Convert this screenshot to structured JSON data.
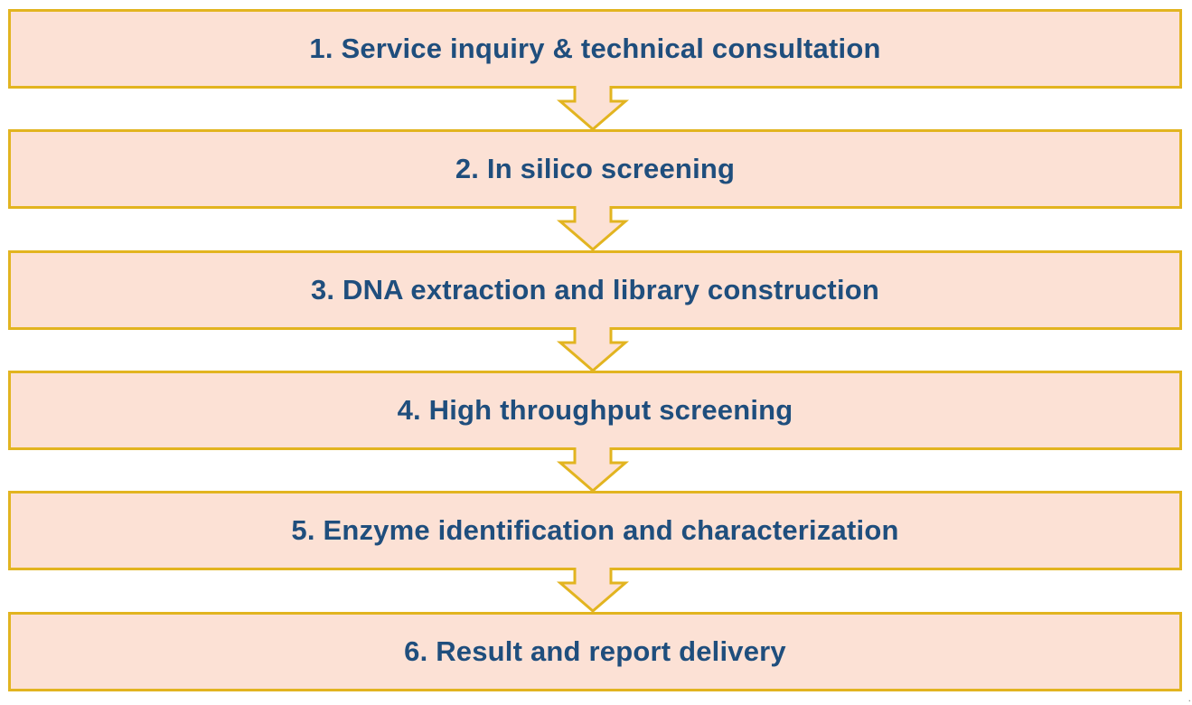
{
  "diagram": {
    "type": "vertical-flowchart",
    "steps": [
      {
        "label": "1. Service inquiry & technical consultation"
      },
      {
        "label": "2. In silico screening"
      },
      {
        "label": "3. DNA extraction and library construction"
      },
      {
        "label": "4. High throughput screening"
      },
      {
        "label": "5. Enzyme identification and characterization"
      },
      {
        "label": "6. Result and report delivery"
      }
    ],
    "connector": "down-arrow",
    "footnote_mark": "."
  },
  "colors": {
    "box_fill": "#fce1d5",
    "border_gold": "#e2b420",
    "text_navy": "#1f4e7d",
    "background": "#ffffff"
  }
}
